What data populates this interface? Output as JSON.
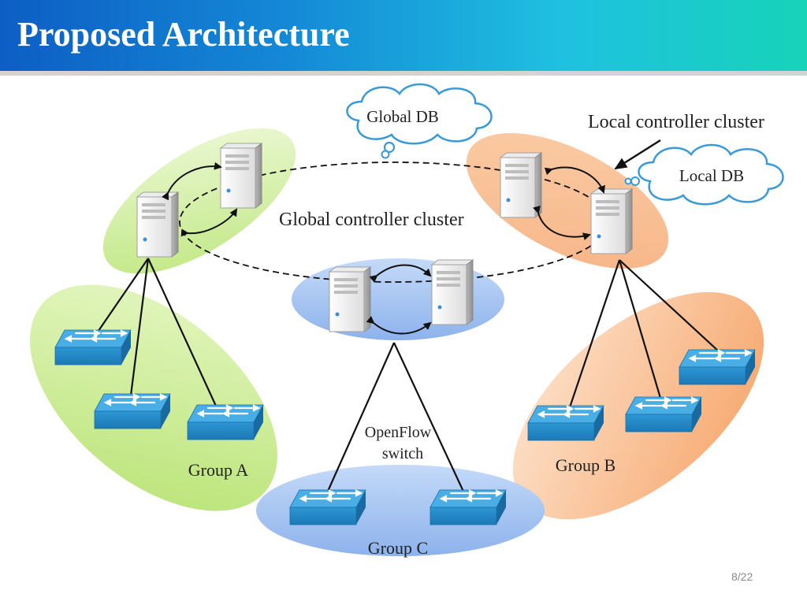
{
  "slide": {
    "title": "Proposed Architecture",
    "page_number": "8/22"
  },
  "diagram": {
    "labels": {
      "global_db": "Global DB",
      "local_db": "Local DB",
      "local_controller_cluster": "Local controller cluster",
      "global_controller_cluster": "Global controller cluster",
      "openflow_line1": "OpenFlow",
      "openflow_line2": "switch",
      "group_a": "Group A",
      "group_b": "Group B",
      "group_c": "Group C"
    },
    "colors": {
      "green_region": "#c8ec8a",
      "orange_region": "#f8b27c",
      "blue_region": "#9ec0f2",
      "switch_blue": "#2a8fcc",
      "cloud_outline": "#3a9ad9"
    },
    "icons": {
      "server": "server-icon",
      "switch": "network-switch-icon",
      "cloud": "cloud-icon"
    }
  }
}
